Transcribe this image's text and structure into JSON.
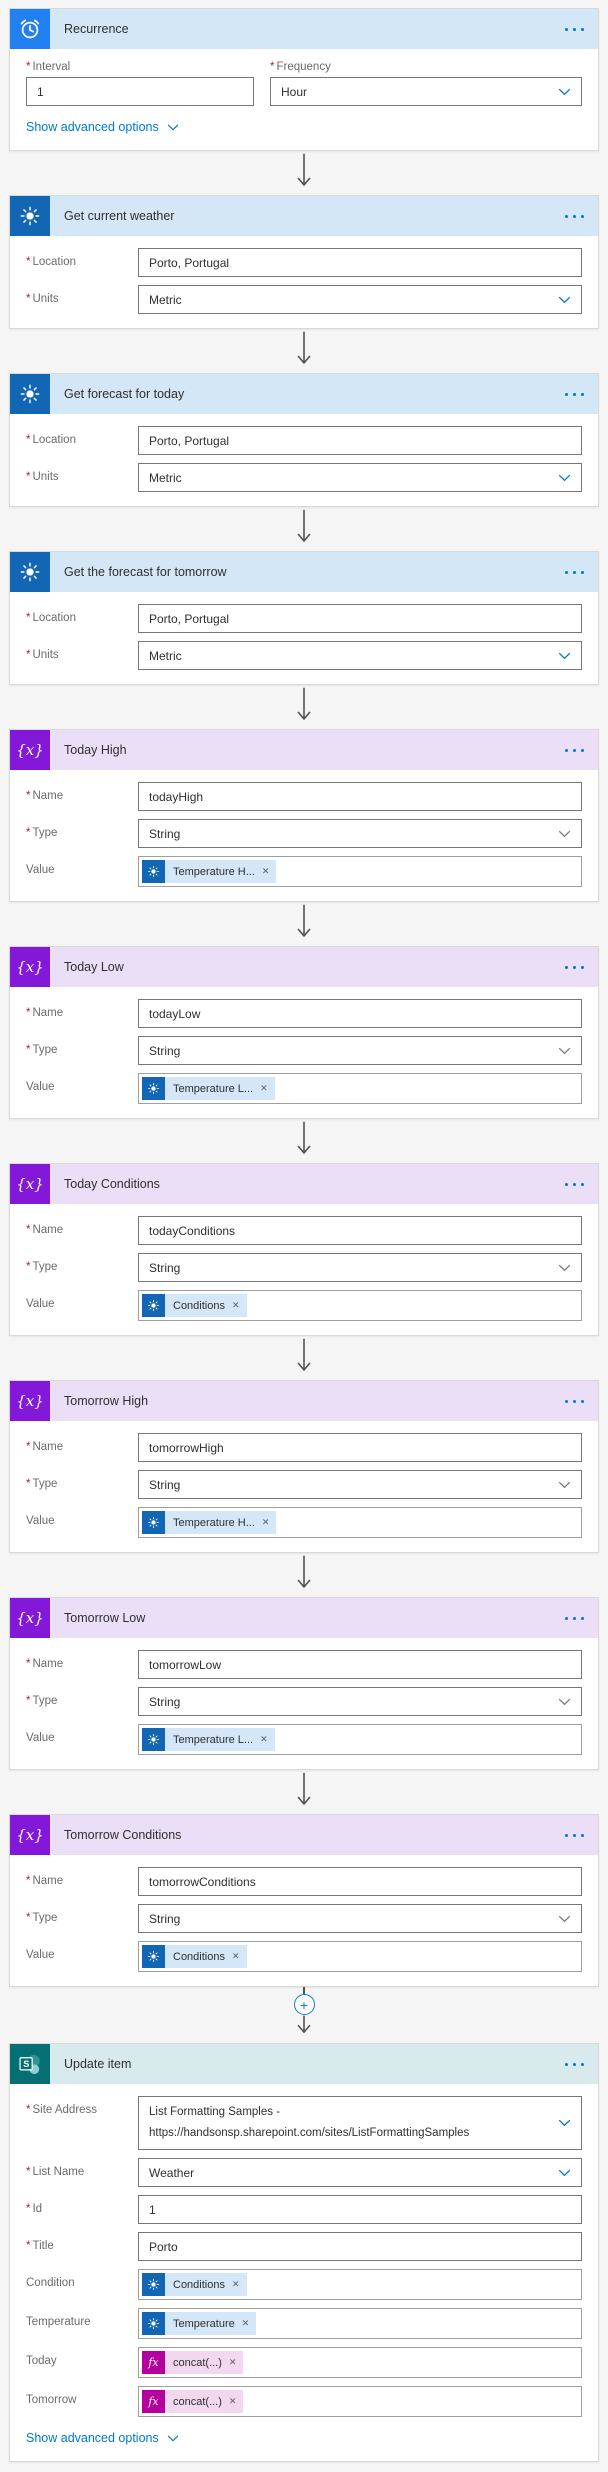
{
  "glyphs": {
    "required": "*",
    "plus": "+",
    "remove": "✕",
    "variable": "{x}",
    "fx": "fx",
    "sp_letter": "S"
  },
  "colors": {
    "accent_blue": "#0078d4",
    "recurrence_tile": "#2380f2",
    "weather_tile": "#1366b4",
    "variable_tile": "#8318d8",
    "sharepoint_tile": "#066f73",
    "expression_magenta": "#b4009e",
    "header_blue": "#d3e7f6",
    "header_purple": "#ebdff8",
    "header_teal": "#d9eaec"
  },
  "cards": [
    {
      "title": "Recurrence",
      "fields": [
        {
          "label": "Interval",
          "value": "1"
        },
        {
          "label": "Frequency",
          "value": "Hour"
        }
      ],
      "advanced_link": "Show advanced options"
    },
    {
      "title": "Get current weather",
      "fields": [
        {
          "label": "Location",
          "value": "Porto, Portugal"
        },
        {
          "label": "Units",
          "value": "Metric"
        }
      ]
    },
    {
      "title": "Get forecast for today",
      "fields": [
        {
          "label": "Location",
          "value": "Porto, Portugal"
        },
        {
          "label": "Units",
          "value": "Metric"
        }
      ]
    },
    {
      "title": "Get the forecast for tomorrow",
      "fields": [
        {
          "label": "Location",
          "value": "Porto, Portugal"
        },
        {
          "label": "Units",
          "value": "Metric"
        }
      ]
    },
    {
      "title": "Today High",
      "fields": [
        {
          "label": "Name",
          "value": "todayHigh"
        },
        {
          "label": "Type",
          "value": "String"
        },
        {
          "label": "Value",
          "token": {
            "icon": "msn-weather",
            "text": "Temperature H..."
          }
        }
      ]
    },
    {
      "title": "Today Low",
      "fields": [
        {
          "label": "Name",
          "value": "todayLow"
        },
        {
          "label": "Type",
          "value": "String"
        },
        {
          "label": "Value",
          "token": {
            "icon": "msn-weather",
            "text": "Temperature L..."
          }
        }
      ]
    },
    {
      "title": "Today Conditions",
      "fields": [
        {
          "label": "Name",
          "value": "todayConditions"
        },
        {
          "label": "Type",
          "value": "String"
        },
        {
          "label": "Value",
          "token": {
            "icon": "msn-weather",
            "text": "Conditions"
          }
        }
      ]
    },
    {
      "title": "Tomorrow High",
      "fields": [
        {
          "label": "Name",
          "value": "tomorrowHigh"
        },
        {
          "label": "Type",
          "value": "String"
        },
        {
          "label": "Value",
          "token": {
            "icon": "msn-weather",
            "text": "Temperature H..."
          }
        }
      ]
    },
    {
      "title": "Tomorrow Low",
      "fields": [
        {
          "label": "Name",
          "value": "tomorrowLow"
        },
        {
          "label": "Type",
          "value": "String"
        },
        {
          "label": "Value",
          "token": {
            "icon": "msn-weather",
            "text": "Temperature L..."
          }
        }
      ]
    },
    {
      "title": "Tomorrow Conditions",
      "fields": [
        {
          "label": "Name",
          "value": "tomorrowConditions"
        },
        {
          "label": "Type",
          "value": "String"
        },
        {
          "label": "Value",
          "token": {
            "icon": "msn-weather",
            "text": "Conditions"
          }
        }
      ]
    },
    {
      "title": "Update item",
      "fields": [
        {
          "label": "Site Address",
          "line1": "List Formatting Samples  -",
          "line2": "https://handsonsp.sharepoint.com/sites/ListFormattingSamples"
        },
        {
          "label": "List Name",
          "value": "Weather"
        },
        {
          "label": "Id",
          "value": "1"
        },
        {
          "label": "Title",
          "value": "Porto"
        },
        {
          "label": "Condition",
          "token": {
            "icon": "msn-weather",
            "text": "Conditions"
          }
        },
        {
          "label": "Temperature",
          "token": {
            "icon": "msn-weather",
            "text": "Temperature"
          }
        },
        {
          "label": "Today",
          "token": {
            "icon": "fx",
            "text": "concat(...)"
          }
        },
        {
          "label": "Tomorrow",
          "token": {
            "icon": "fx",
            "text": "concat(...)"
          }
        }
      ],
      "advanced_link": "Show advanced options"
    }
  ]
}
